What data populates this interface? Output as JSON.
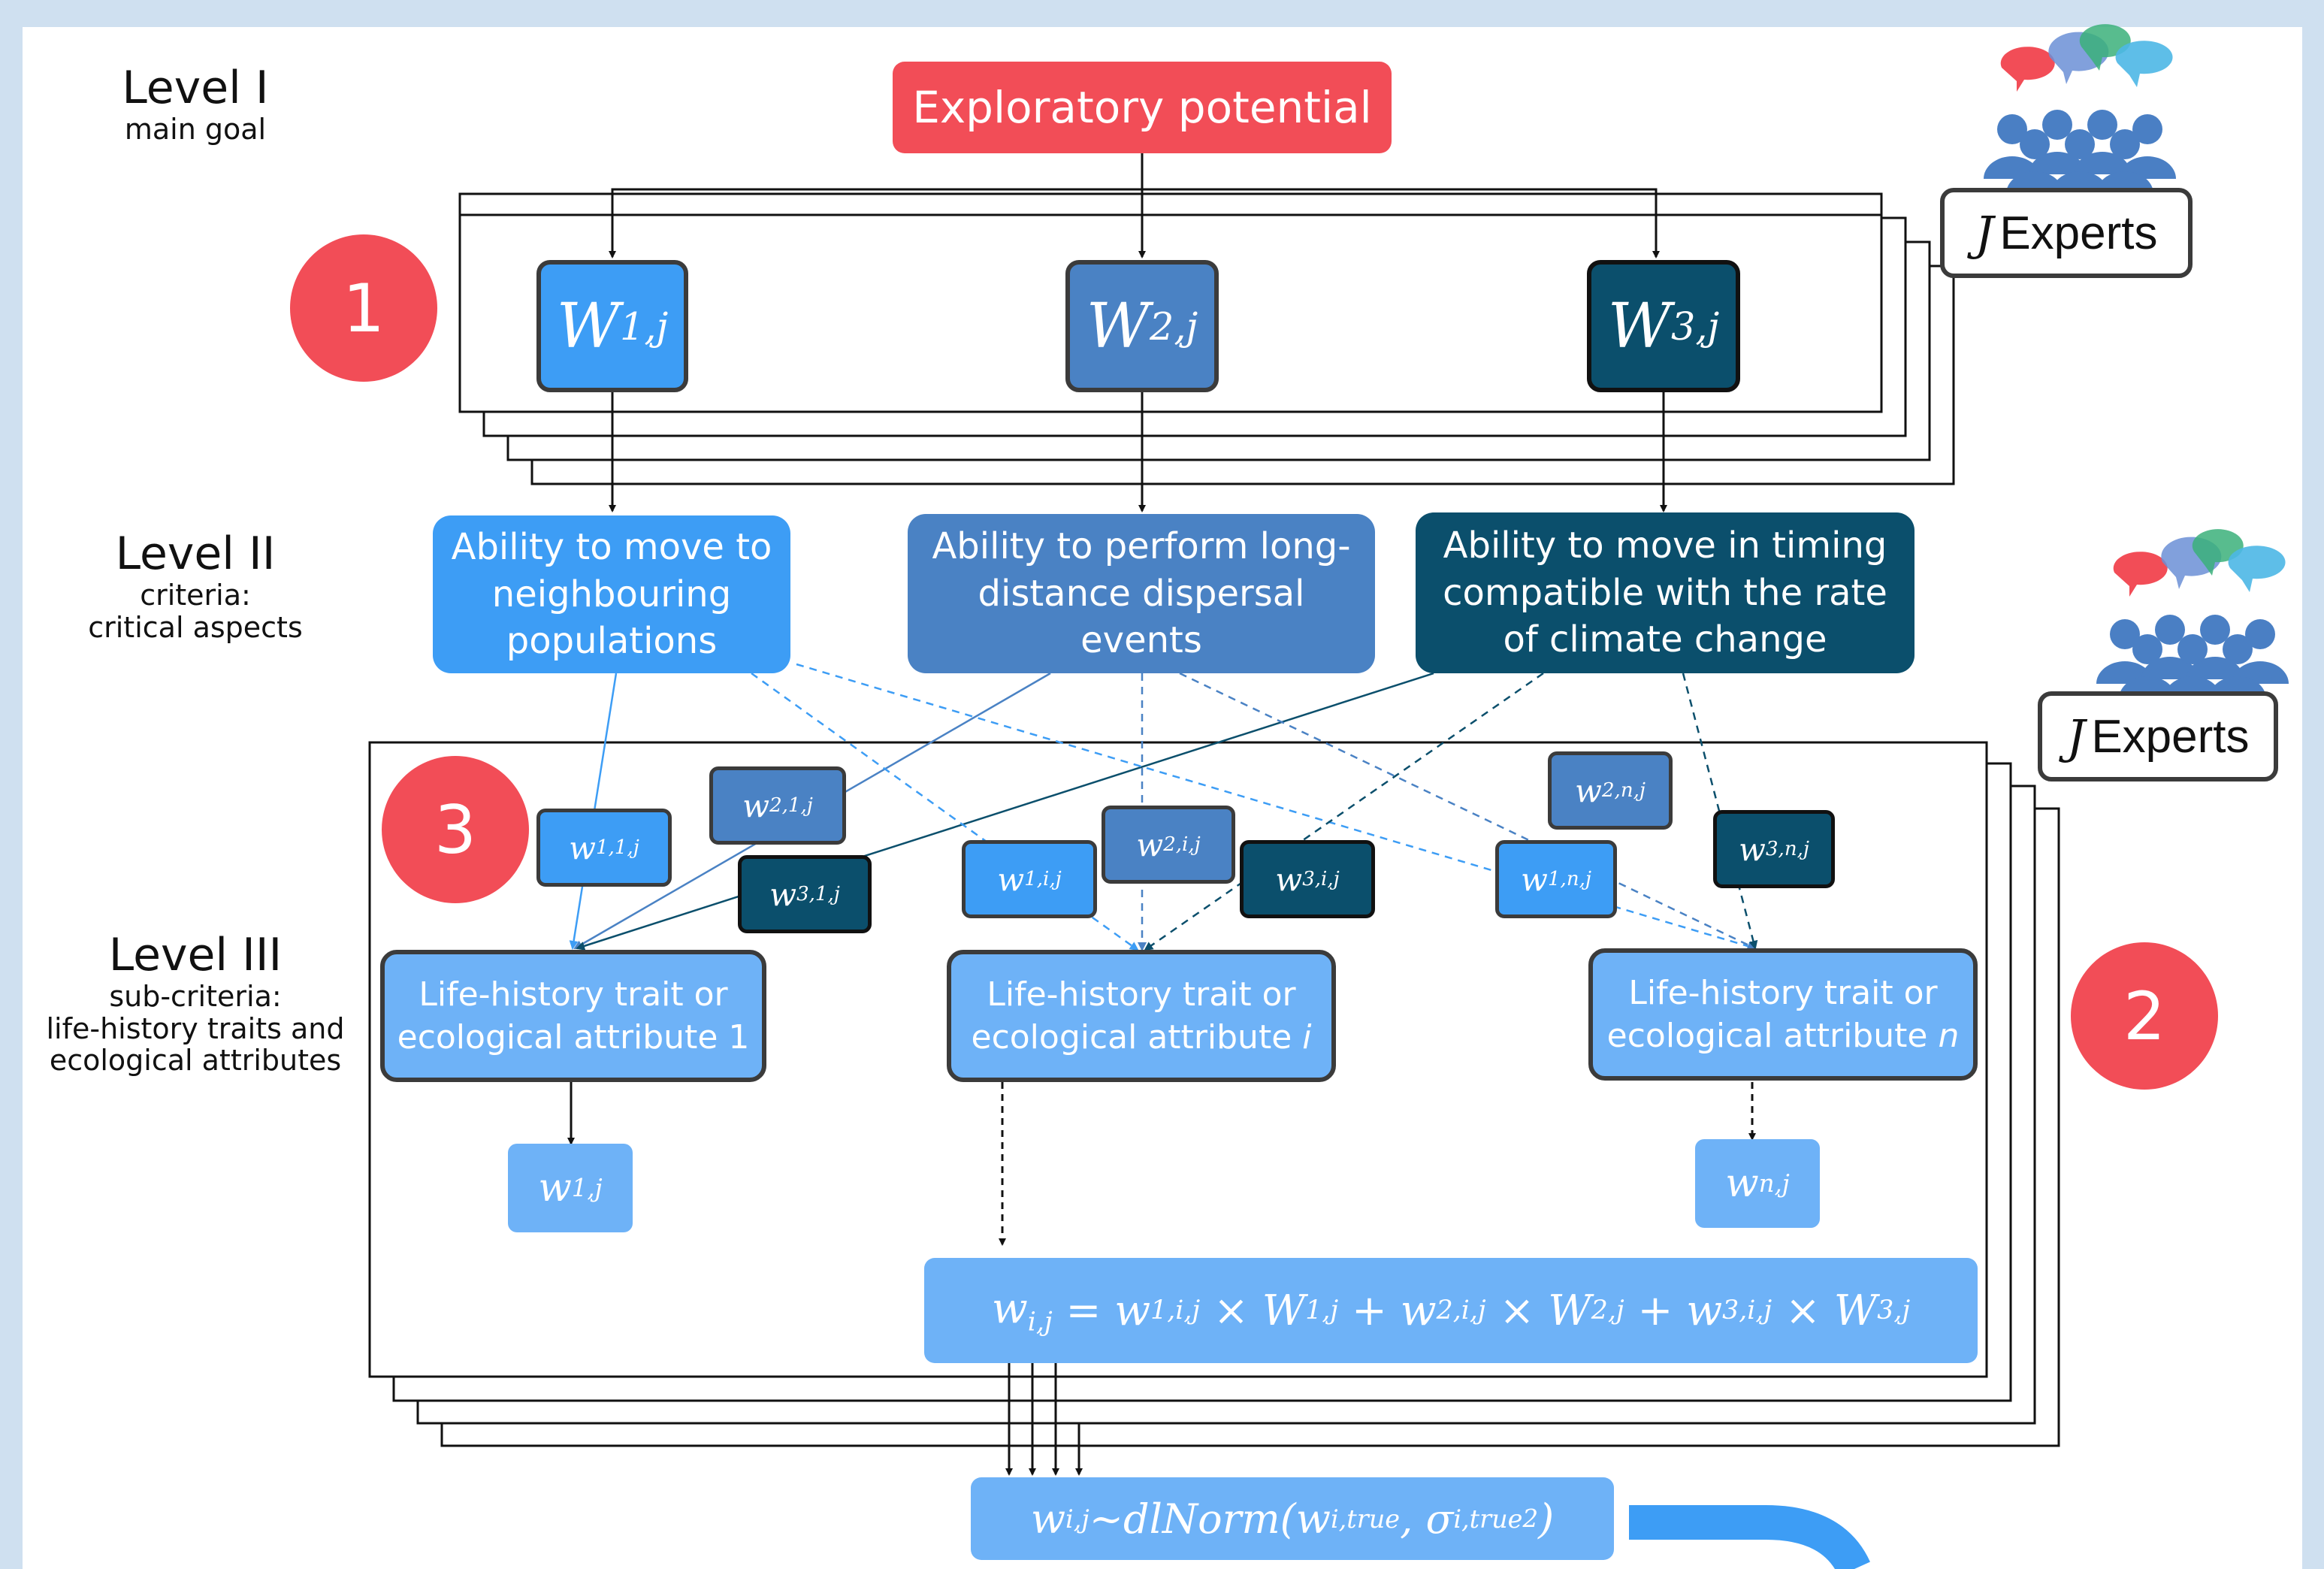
{
  "levels": {
    "level1": {
      "title": "Level I",
      "subtitle": "main goal"
    },
    "level2": {
      "title": "Level II",
      "subtitle_line1": "criteria:",
      "subtitle_line2": "critical aspects"
    },
    "level3": {
      "title": "Level III",
      "subtitle_line1": "sub-criteria:",
      "subtitle_line2": "life-history traits and",
      "subtitle_line3": "ecological attributes"
    }
  },
  "main_goal": "Exploratory potential",
  "badges": {
    "one": "1",
    "two": "2",
    "three": "3"
  },
  "experts": {
    "symbol": "J",
    "label": "Experts"
  },
  "criteria_weights": [
    {
      "base": "W",
      "sub": "1,j"
    },
    {
      "base": "W",
      "sub": "2,j"
    },
    {
      "base": "W",
      "sub": "3,j"
    }
  ],
  "criteria": [
    {
      "line1": "Ability to move to",
      "line2": "neighbouring",
      "line3": "populations"
    },
    {
      "line1": "Ability to perform long-",
      "line2": "distance dispersal",
      "line3": "events"
    },
    {
      "line1": "Ability to move in  timing",
      "line2": "compatible with the rate",
      "line3": "of climate change"
    }
  ],
  "local_weights": {
    "w11": {
      "base": "w",
      "sub": "1,1,j"
    },
    "w21": {
      "base": "w",
      "sub": "2,1,j"
    },
    "w31": {
      "base": "w",
      "sub": "3,1,j"
    },
    "w1i": {
      "base": "w",
      "sub": "1,i,j"
    },
    "w2i": {
      "base": "w",
      "sub": "2,i,j"
    },
    "w3i": {
      "base": "w",
      "sub": "3,i,j"
    },
    "w1n": {
      "base": "w",
      "sub": "1,n,j"
    },
    "w2n": {
      "base": "w",
      "sub": "2,n,j"
    },
    "w3n": {
      "base": "w",
      "sub": "3,n,j"
    }
  },
  "subcriteria": [
    {
      "line1": "Life-history trait or",
      "line2": "ecological attribute 1",
      "suffix": ""
    },
    {
      "line1": "Life-history trait or",
      "line2": "ecological attribute ",
      "suffix": "i"
    },
    {
      "line1": "Life-history trait or",
      "line2": "ecological attribute ",
      "suffix": "n"
    }
  ],
  "global_weights": [
    {
      "base": "w",
      "sub": "1,j"
    },
    {
      "base": "w",
      "sub": "n,j"
    }
  ],
  "formula": {
    "lhs_base": "w",
    "lhs_sub": "i,j",
    "eq": " = ",
    "t1_base": "w",
    "t1_sub": "1,i,j",
    "t1_times": " × ",
    "T1_base": "W",
    "T1_sub": "1,j",
    "plus1": " + ",
    "t2_base": "w",
    "t2_sub": "2,i,j",
    "t2_times": " × ",
    "T2_base": "W",
    "T2_sub": "2,j",
    "plus2": " + ",
    "t3_base": "w",
    "t3_sub": "3,i,j",
    "t3_times": " × ",
    "T3_base": "W",
    "T3_sub": "3,j"
  },
  "distribution": {
    "lhs_base": "w",
    "lhs_sub": "i,j",
    "tilde": "~",
    "fn": "dlNorm(",
    "a_base": "w",
    "a_sub": "i,true",
    "comma": ", ",
    "b_base": "σ",
    "b_sub": "i,true",
    "b_sup": "2",
    "close": ")"
  },
  "colors": {
    "background": "#cfe0f0",
    "goal": "#f24d57",
    "badge": "#f24d57",
    "crit1": "#3d9df5",
    "crit2": "#4a82c4",
    "crit3": "#0b4f6c",
    "subcriteria": "#6eb2f7",
    "border": "#3b3b3b"
  },
  "icons": [
    "experts-crowd-icon-top",
    "experts-crowd-icon-bottom"
  ]
}
